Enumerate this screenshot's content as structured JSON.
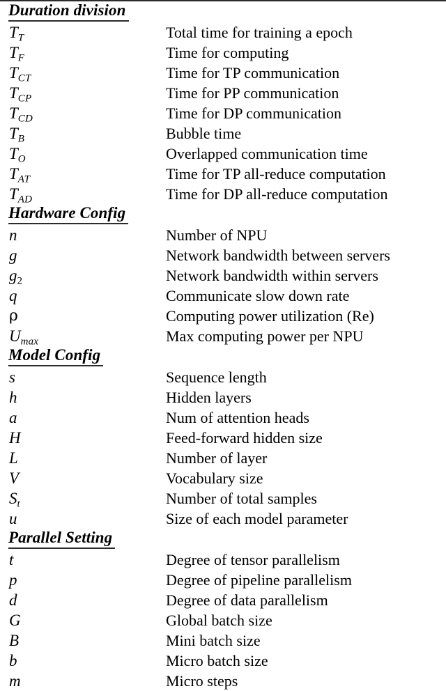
{
  "table": {
    "caption": "",
    "columns": [
      "symbol",
      "description"
    ],
    "sections": [
      {
        "title": "Duration division",
        "entries": [
          {
            "symbol": "T",
            "sub": "T",
            "sub_style": "italic",
            "description": "Total time for training a epoch"
          },
          {
            "symbol": "T",
            "sub": "F",
            "sub_style": "italic",
            "description": "Time for computing"
          },
          {
            "symbol": "T",
            "sub": "CT",
            "sub_style": "italic",
            "description": "Time for TP communication"
          },
          {
            "symbol": "T",
            "sub": "CP",
            "sub_style": "italic",
            "description": "Time for PP communication"
          },
          {
            "symbol": "T",
            "sub": "CD",
            "sub_style": "italic",
            "description": "Time for DP communication"
          },
          {
            "symbol": "T",
            "sub": "B",
            "sub_style": "italic",
            "description": "Bubble time"
          },
          {
            "symbol": "T",
            "sub": "O",
            "sub_style": "italic",
            "description": "Overlapped communication time"
          },
          {
            "symbol": "T",
            "sub": "AT",
            "sub_style": "italic",
            "description": "Time for TP all-reduce computation"
          },
          {
            "symbol": "T",
            "sub": "AD",
            "sub_style": "italic",
            "description": "Time for DP all-reduce computation"
          }
        ]
      },
      {
        "title": "Hardware Config",
        "entries": [
          {
            "symbol": "n",
            "sub": "",
            "sub_style": "none",
            "description": "Number of NPU"
          },
          {
            "symbol": "g",
            "sub": "",
            "sub_style": "none",
            "description": "Network bandwidth between servers"
          },
          {
            "symbol": "g",
            "sub": "2",
            "sub_style": "upright",
            "description": "Network bandwidth within servers"
          },
          {
            "symbol": "q",
            "sub": "",
            "sub_style": "none",
            "description": "Communicate slow down rate"
          },
          {
            "symbol": "ρ",
            "sub": "",
            "sub_style": "greek",
            "description": "Computing power utilization (Re)"
          },
          {
            "symbol": "U",
            "sub": "max",
            "sub_style": "italic",
            "description": "Max computing power per NPU"
          }
        ]
      },
      {
        "title": "Model Config",
        "entries": [
          {
            "symbol": "s",
            "sub": "",
            "sub_style": "none",
            "description": "Sequence length"
          },
          {
            "symbol": "h",
            "sub": "",
            "sub_style": "none",
            "description": "Hidden layers"
          },
          {
            "symbol": "a",
            "sub": "",
            "sub_style": "none",
            "description": "Num of attention heads"
          },
          {
            "symbol": "H",
            "sub": "",
            "sub_style": "none",
            "description": "Feed-forward hidden size"
          },
          {
            "symbol": "L",
            "sub": "",
            "sub_style": "none",
            "description": "Number of layer"
          },
          {
            "symbol": "V",
            "sub": "",
            "sub_style": "none",
            "description": "Vocabulary size"
          },
          {
            "symbol": "S",
            "sub": "t",
            "sub_style": "italic",
            "description": "Number of total samples"
          },
          {
            "symbol": "u",
            "sub": "",
            "sub_style": "none",
            "description": "Size of each model parameter"
          }
        ]
      },
      {
        "title": "Parallel Setting",
        "entries": [
          {
            "symbol": "t",
            "sub": "",
            "sub_style": "none",
            "description": "Degree of tensor parallelism"
          },
          {
            "symbol": "p",
            "sub": "",
            "sub_style": "none",
            "description": "Degree of pipeline parallelism"
          },
          {
            "symbol": "d",
            "sub": "",
            "sub_style": "none",
            "description": "Degree of data parallelism"
          },
          {
            "symbol": "G",
            "sub": "",
            "sub_style": "none",
            "description": "Global batch size"
          },
          {
            "symbol": "B",
            "sub": "",
            "sub_style": "none",
            "description": "Mini batch size"
          },
          {
            "symbol": "b",
            "sub": "",
            "sub_style": "none",
            "description": "Micro batch size"
          },
          {
            "symbol": "m",
            "sub": "",
            "sub_style": "none",
            "description": "Micro steps"
          }
        ]
      }
    ]
  },
  "style": {
    "rule_color": "#2b2b2b",
    "text_color": "#000000",
    "background": "#ffffff"
  }
}
